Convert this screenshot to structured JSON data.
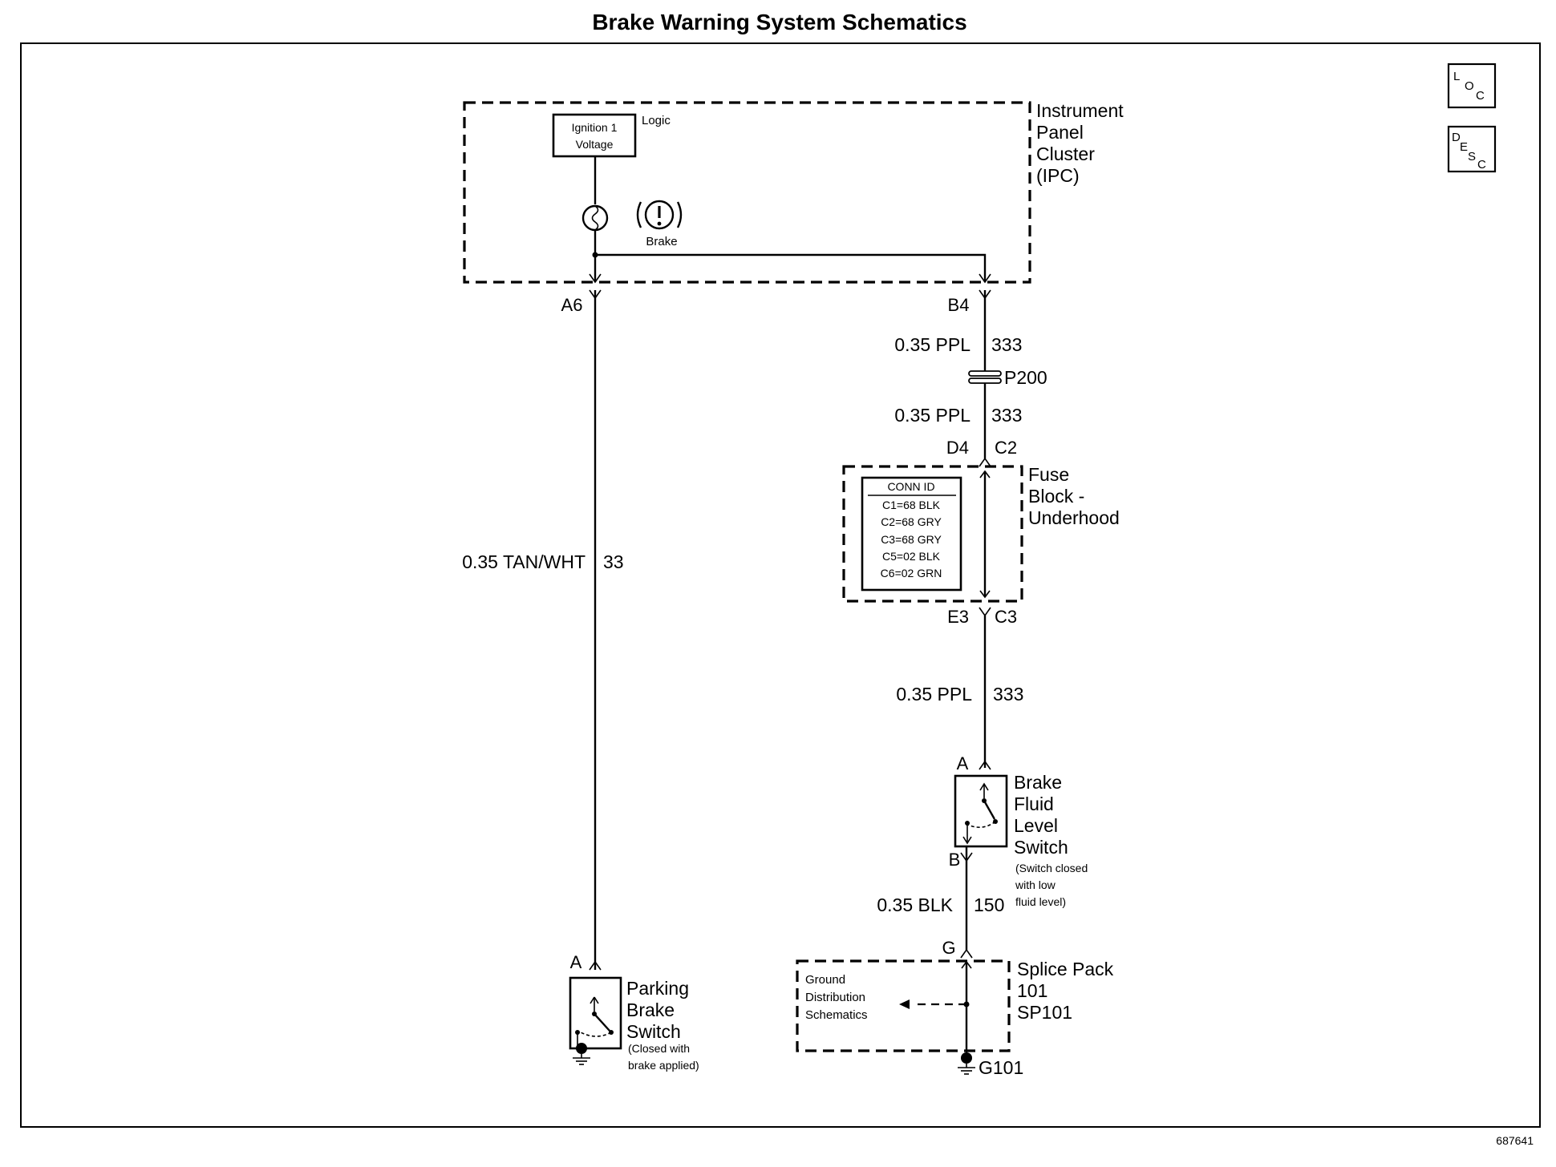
{
  "title": "Brake Warning System Schematics",
  "figure_id": "687641",
  "nav": {
    "loc": [
      "L",
      "O",
      "C"
    ],
    "desc": [
      "D",
      "E",
      "S",
      "C"
    ]
  },
  "ipc": {
    "label": [
      "Instrument",
      "Panel",
      "Cluster",
      "(IPC)"
    ],
    "ign": [
      "Ignition 1",
      "Voltage"
    ],
    "logic": "Logic",
    "brake": "Brake",
    "pin_a6": "A6",
    "pin_b4": "B4"
  },
  "wires": {
    "left_wire": "0.35 TAN/WHT",
    "left_circuit": "33",
    "w1": "0.35 PPL",
    "w1_circuit": "333",
    "w2": "0.35 PPL",
    "w2_circuit": "333",
    "w3": "0.35 PPL",
    "w3_circuit": "333",
    "w4": "0.35 BLK",
    "w4_circuit": "150"
  },
  "p200": "P200",
  "fuse": {
    "pin_d4": "D4",
    "pin_c2": "C2",
    "pin_e3": "E3",
    "pin_c3": "C3",
    "label": [
      "Fuse",
      "Block -",
      "Underhood"
    ],
    "conn_header": "CONN ID",
    "conn_rows": [
      "C1=68 BLK",
      "C2=68 GRY",
      "C3=68 GRY",
      "C5=02 BLK",
      "C6=02 GRN"
    ]
  },
  "fluid": {
    "pin_a": "A",
    "pin_b": "B",
    "label": [
      "Brake",
      "Fluid",
      "Level",
      "Switch"
    ],
    "note": [
      "(Switch closed",
      "with low",
      "fluid level)"
    ]
  },
  "parking": {
    "pin_a": "A",
    "label": [
      "Parking",
      "Brake",
      "Switch"
    ],
    "note": [
      "(Closed with",
      "brake applied)"
    ]
  },
  "splice": {
    "pin_g": "G",
    "label": [
      "Splice Pack",
      "101",
      "SP101"
    ],
    "ground_ref": [
      "Ground",
      "Distribution",
      "Schematics"
    ],
    "g101": "G101"
  }
}
